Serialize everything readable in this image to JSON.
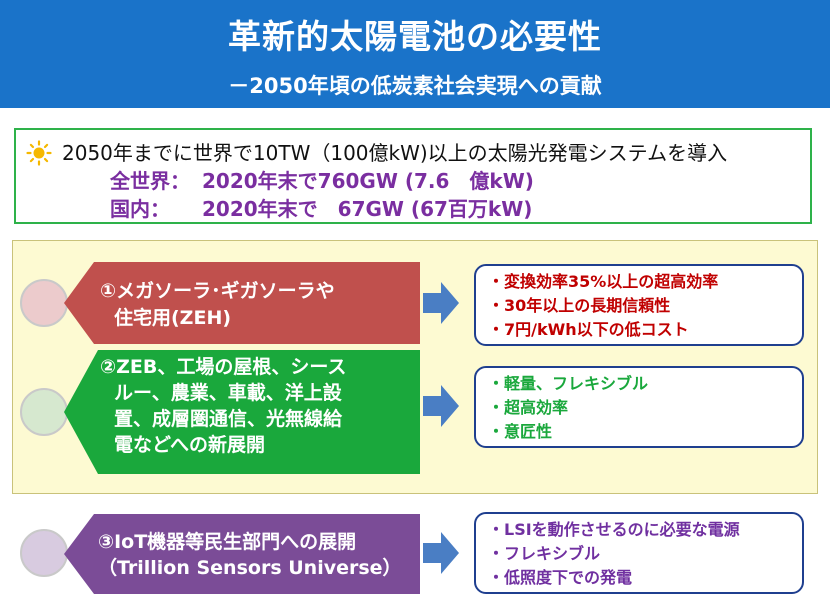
{
  "header": {
    "title": "革新的太陽電池の必要性",
    "subtitle": "－2050年頃の低炭素社会実現への貢献"
  },
  "target": {
    "icon": "sun-icon",
    "main": "2050年までに世界で10TW（100億kW)以上の太陽光発電システムを導入",
    "world_label": "全世界：",
    "world_value": "2020年末で760GW (7.6　億kW)",
    "domestic_label": "国内：",
    "domestic_value": "2020年末で　67GW (67百万kW)"
  },
  "rows": [
    {
      "label_lines": [
        "①メガソーラ･ギガソーラや",
        "住宅用(ZEH)"
      ],
      "color": "#c0504d",
      "circle_color": "#eccbcc",
      "items": [
        "・変換効率35%以上の超高効率",
        "・30年以上の長期信頼性",
        "・7円/kWh以下の低コスト"
      ],
      "item_color": "#c00000"
    },
    {
      "label_lines": [
        "②ZEB、工場の屋根、シース",
        "ルー、農業、車載、洋上設",
        "置、成層圏通信、光無線給",
        "電などへの新展開"
      ],
      "color": "#1aa83c",
      "circle_color": "#d6e8cf",
      "items": [
        "・軽量、フレキシブル",
        "・超高効率",
        "・意匠性"
      ],
      "item_color": "#1aa83c"
    },
    {
      "label_lines": [
        "③IoT機器等民生部門への展開",
        "（Trillion Sensors Universe）"
      ],
      "color": "#7b4c97",
      "circle_color": "#d8cbe0",
      "items": [
        "・LSIを動作させるのに必要な電源",
        "・フレキシブル",
        "・低照度下での発電"
      ],
      "item_color": "#7030a0"
    }
  ],
  "colors": {
    "header_bg": "#1a73c9",
    "arrow": "#4a7ec4",
    "box_border": "#1f3f8f",
    "panel_bg": "#fdfad2",
    "target_border": "#2eb24a"
  }
}
